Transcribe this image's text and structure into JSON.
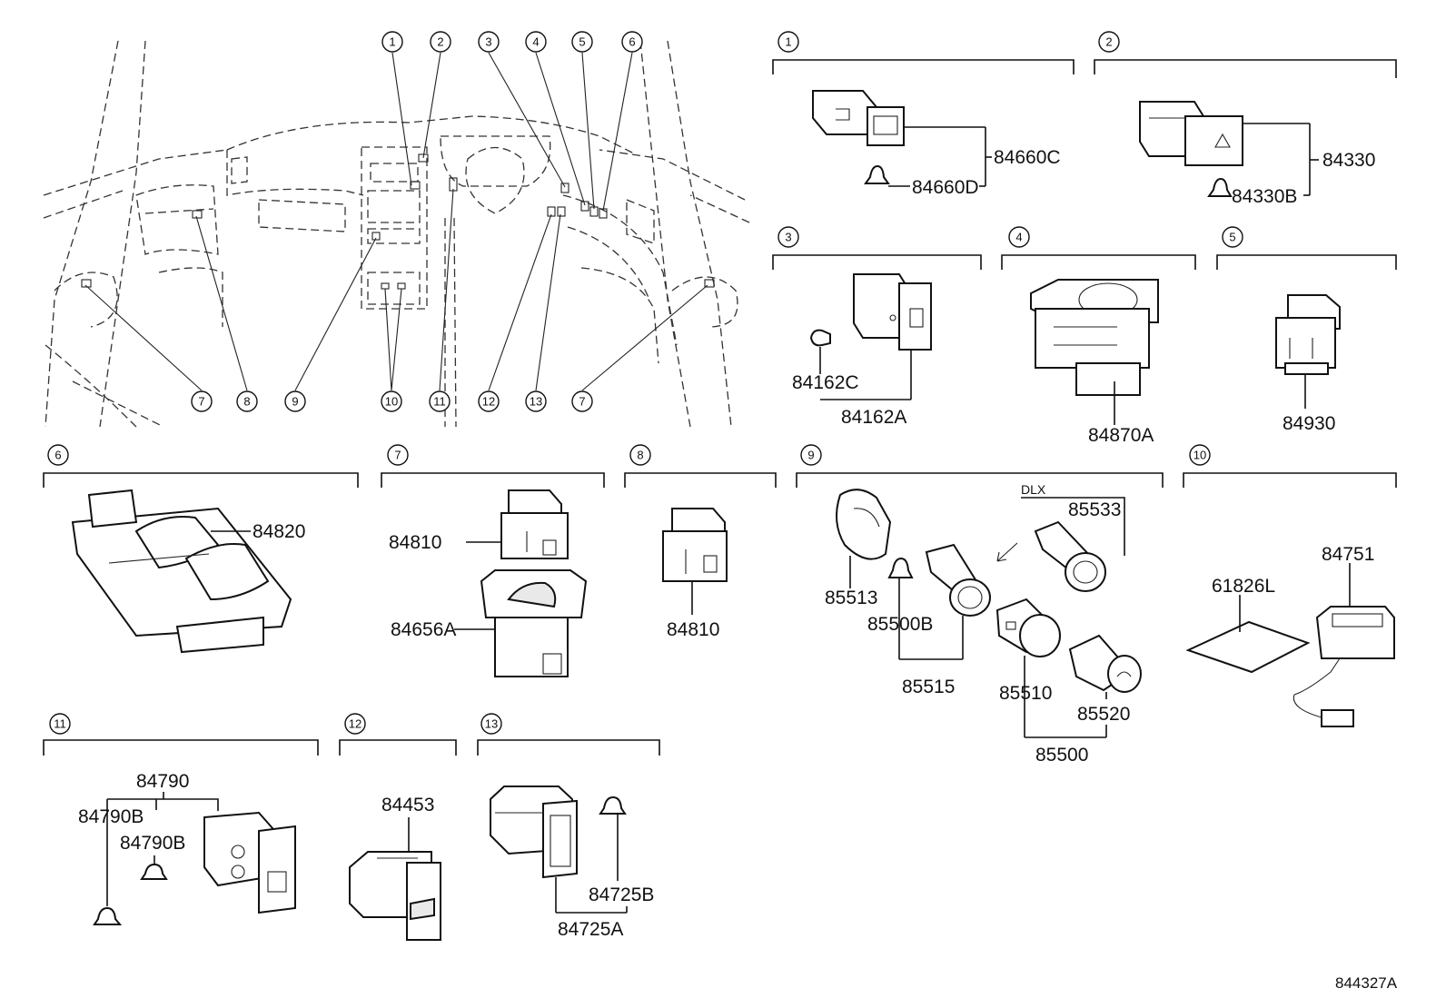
{
  "overview_callouts": {
    "c1": "1",
    "c2": "2",
    "c3": "3",
    "c4": "4",
    "c5": "5",
    "c6": "6",
    "c7a": "7",
    "c8": "8",
    "c9": "9",
    "c10": "10",
    "c11": "11",
    "c12": "12",
    "c13": "13",
    "c7b": "7"
  },
  "sections": {
    "s1": {
      "callout": "1",
      "parts": {
        "switch": "84660C",
        "bulb": "84660D"
      }
    },
    "s2": {
      "callout": "2",
      "parts": {
        "switch": "84330",
        "bulb": "84330B"
      }
    },
    "s3": {
      "callout": "3",
      "parts": {
        "switch": "84162A",
        "bulb": "84162C"
      }
    },
    "s4": {
      "callout": "4",
      "parts": {
        "switch": "84870A"
      }
    },
    "s5": {
      "callout": "5",
      "parts": {
        "switch": "84930"
      }
    },
    "s6": {
      "callout": "6",
      "parts": {
        "switch": "84820"
      }
    },
    "s7": {
      "callout": "7",
      "parts": {
        "switch": "84810",
        "bezel": "84656A"
      }
    },
    "s8": {
      "callout": "8",
      "parts": {
        "switch": "84810"
      }
    },
    "s9": {
      "callout": "9",
      "variant_label": "DLX",
      "parts": {
        "socket_dlx": "85533",
        "retainer": "85513",
        "bulb": "85500B",
        "socket": "85515",
        "assy": "85510",
        "plug": "85520",
        "lighter": "85500"
      }
    },
    "s10": {
      "callout": "10",
      "parts": {
        "clock": "84751",
        "label": "61826L"
      }
    },
    "s11": {
      "callout": "11",
      "parts": {
        "switch": "84790",
        "bulb_a": "84790B",
        "bulb_b": "84790B"
      }
    },
    "s12": {
      "callout": "12",
      "parts": {
        "switch": "84453"
      }
    },
    "s13": {
      "callout": "13",
      "parts": {
        "switch": "84725A",
        "bulb": "84725B"
      }
    }
  },
  "figure_id": "844327A"
}
